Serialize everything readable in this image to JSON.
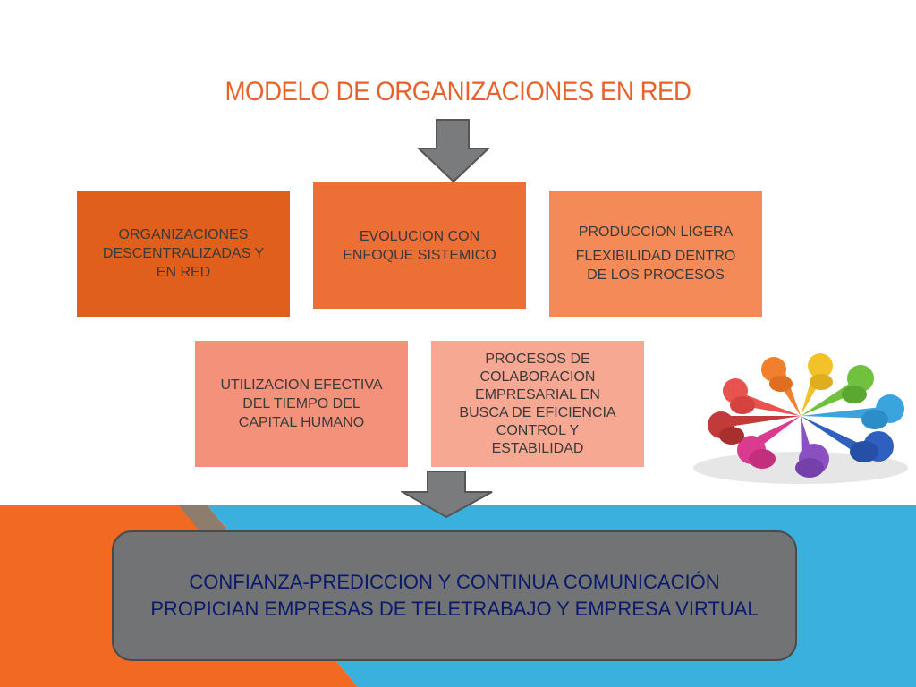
{
  "slide": {
    "title": "MODELO DE ORGANIZACIONES EN RED",
    "boxes": [
      {
        "lines": [
          "ORGANIZACIONES",
          "DESCENTRALIZADAS Y",
          "EN RED"
        ],
        "color": "#e05f1c"
      },
      {
        "lines": [
          "EVOLUCION CON",
          "ENFOQUE SISTEMICO"
        ],
        "color": "#ec6f35"
      },
      {
        "lines": [
          "PRODUCCION LIGERA"
        ],
        "lines2": [
          "FLEXIBILIDAD DENTRO",
          "DE LOS PROCESOS"
        ],
        "color": "#f48a58"
      },
      {
        "lines": [
          "UTILIZACION EFECTIVA",
          "DEL TIEMPO DEL",
          "CAPITAL HUMANO"
        ],
        "color": "#f4917a"
      },
      {
        "lines": [
          "PROCESOS DE",
          "COLABORACION",
          "EMPRESARIAL EN",
          "BUSCA DE EFICIENCIA",
          "CONTROL Y",
          "ESTABILIDAD"
        ],
        "color": "#f7a893"
      }
    ],
    "conclusion": {
      "line1": "CONFIANZA-PREDICCION Y CONTINUA COMUNICACIÓN",
      "line2": "PROPICIAN EMPRESAS DE TELETRABAJO Y EMPRESA VIRTUAL"
    }
  },
  "colors": {
    "title": "#e8622a",
    "orange_band": "#f26a21",
    "blue_band": "#3ab0df",
    "arrow": "#7a7b7d"
  }
}
